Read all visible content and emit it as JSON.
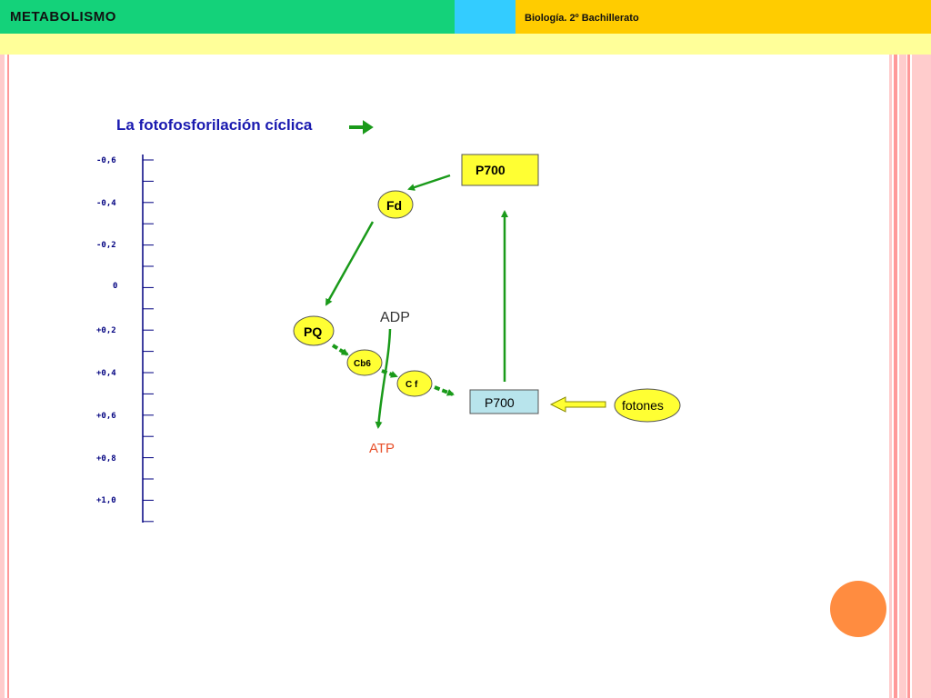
{
  "header": {
    "title": "METABOLISMO",
    "subtitle": "Biología. 2º Bachillerato"
  },
  "colors": {
    "header_green": "#14d27a",
    "header_cyan": "#33ccff",
    "header_yellow": "#ffcc00",
    "band_yellow": "#ffff99",
    "arrow_green": "#1a9a1a",
    "node_yellow": "#ffff33",
    "accent_orange": "#ff8c40"
  },
  "diagram": {
    "title": "La fotofosforilación cíclica",
    "scale_labels": [
      "-0,6",
      "-0,4",
      "-0,2",
      "0",
      "+0,2",
      "+0,4",
      "+0,6",
      "+0,8",
      "+1,0"
    ],
    "nodes": {
      "p700_excited": "P700",
      "fd": "Fd",
      "pq": "PQ",
      "cb6": "Cb6",
      "cf": "C f",
      "p700_ground": "P700",
      "fotones": "fotones"
    },
    "labels": {
      "adp": "ADP",
      "atp": "ATP"
    }
  }
}
